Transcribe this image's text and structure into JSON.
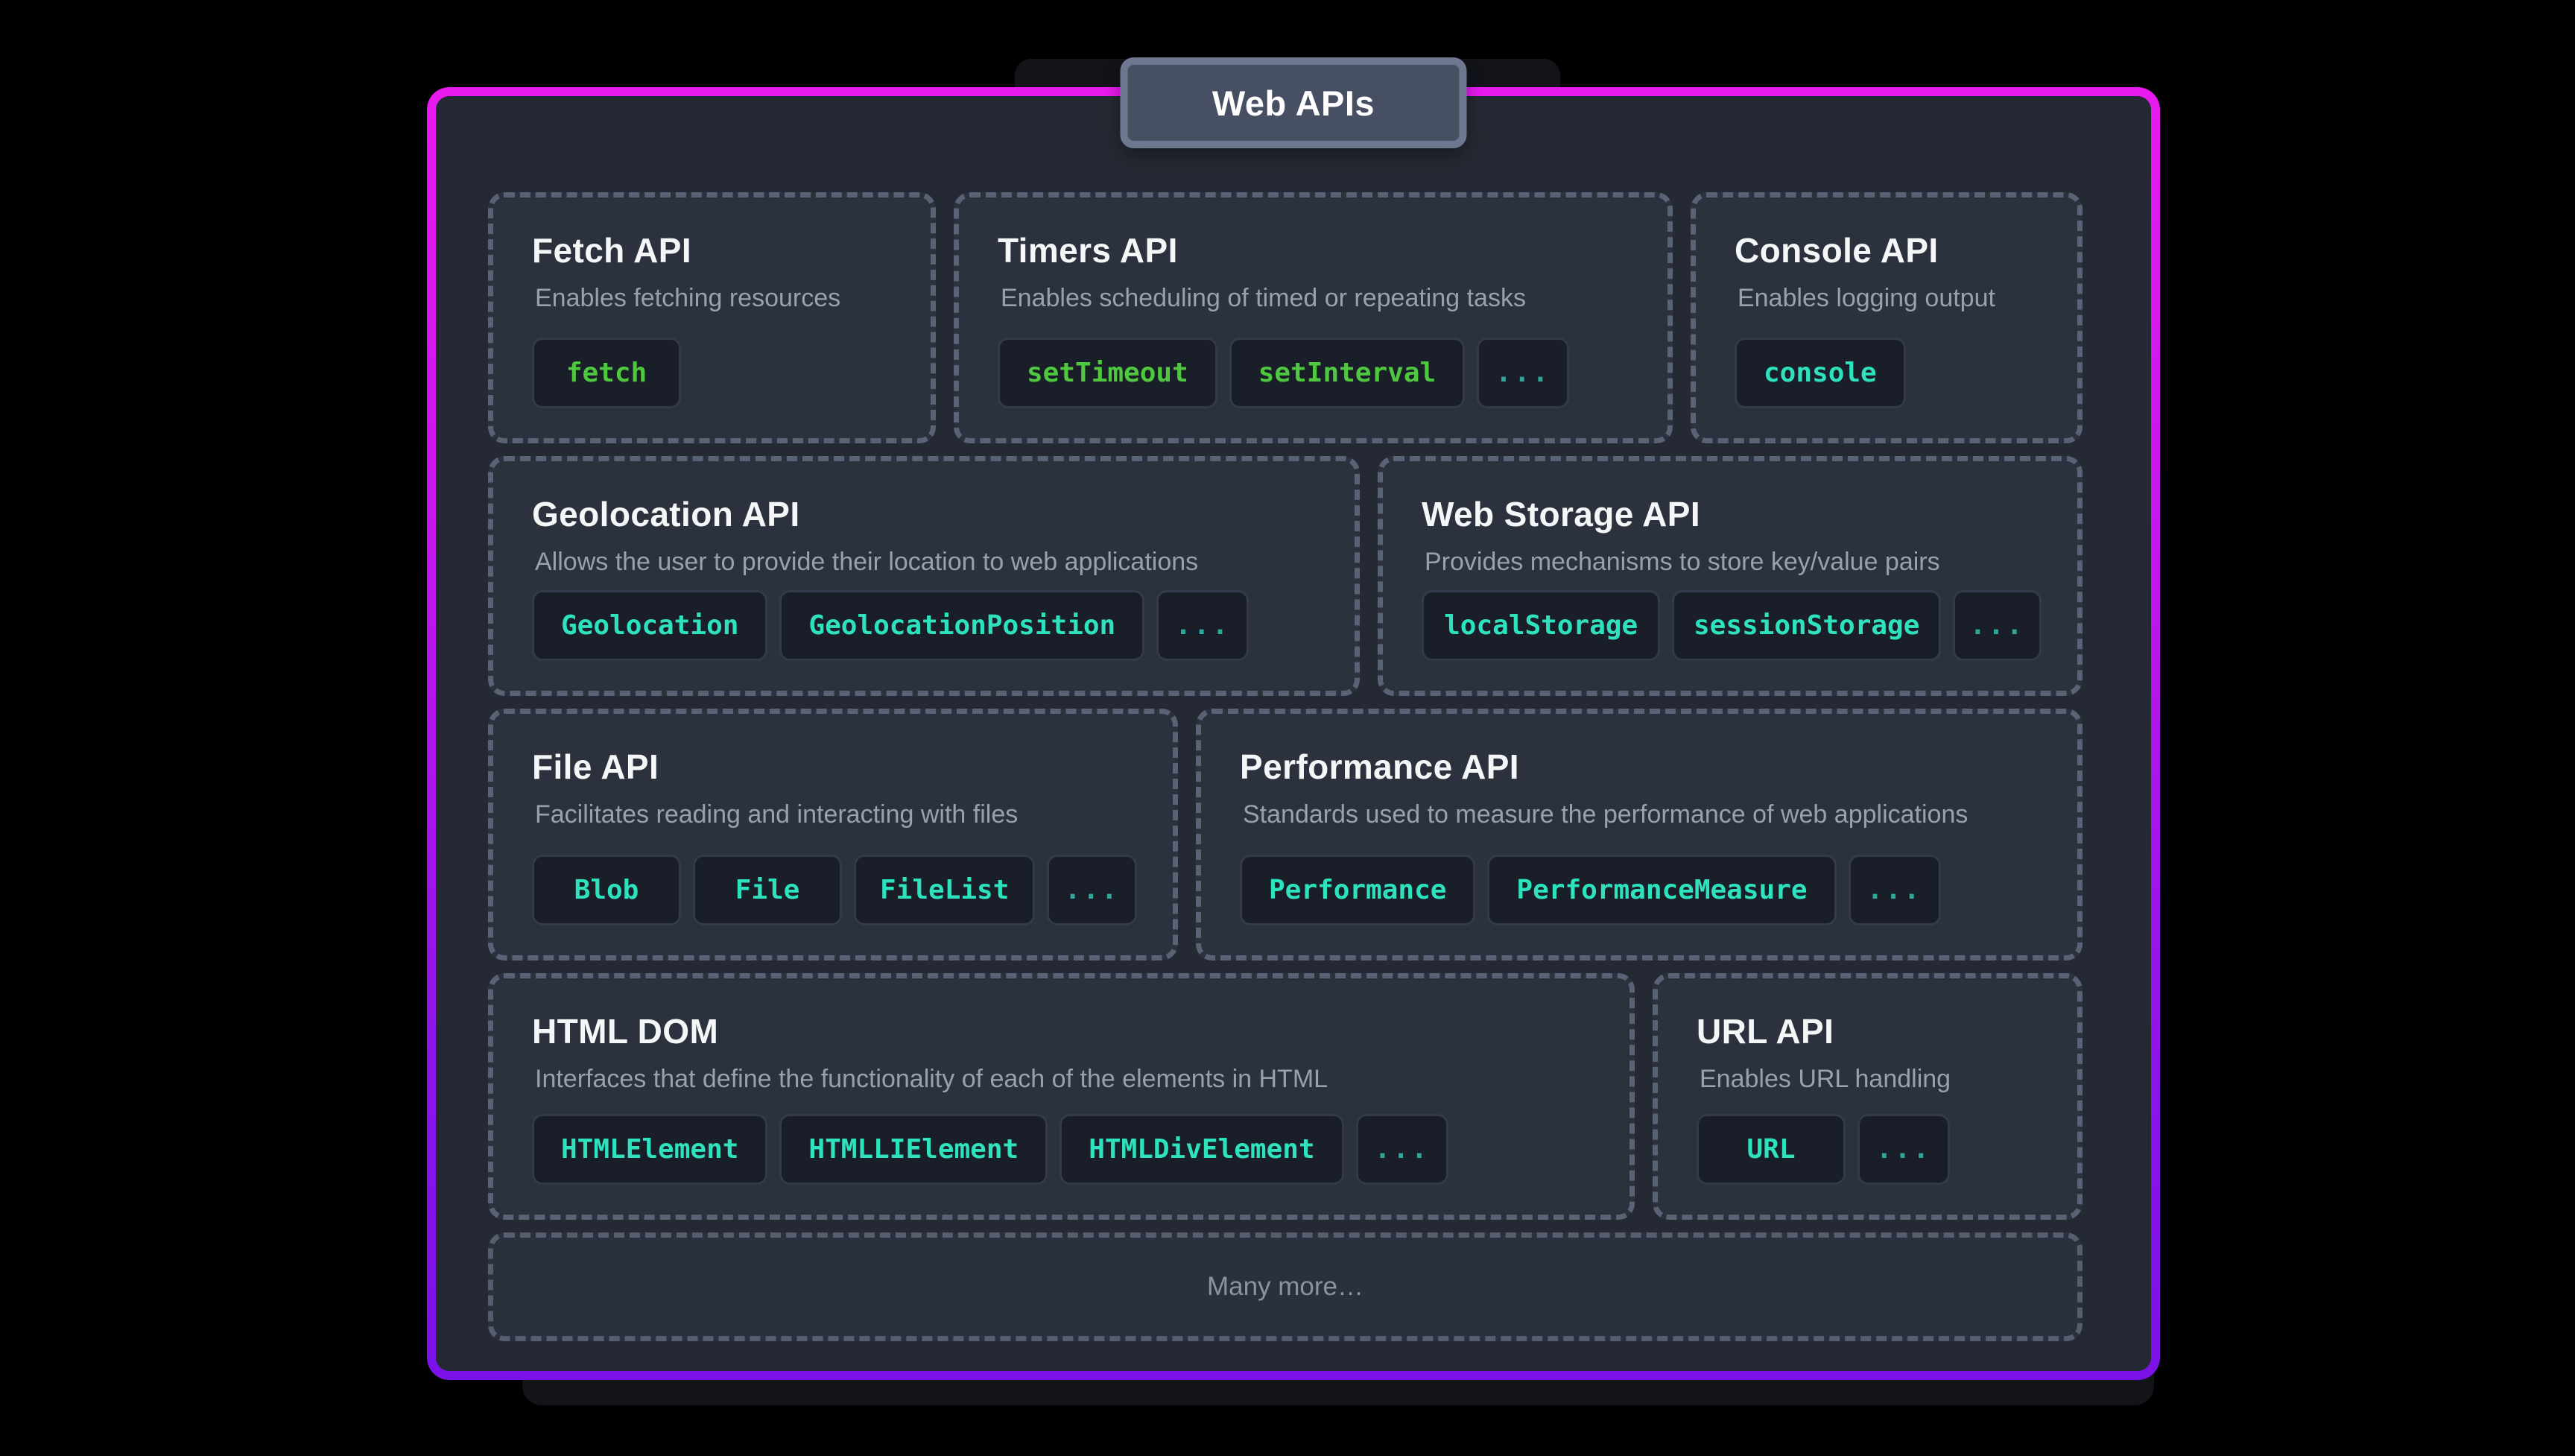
{
  "title": "Web APIs",
  "footer_label": "Many more…",
  "ellipsis_label": "...",
  "colors": {
    "page_background": "#000000",
    "board_background": "#242933",
    "card_background": "#2b313d",
    "chip_background": "#191e28",
    "border_gradient_top": "#e81bee",
    "border_gradient_bottom": "#7a12e8",
    "green_token": "#4fc83f",
    "teal_token": "#2ee2be",
    "dashed_border": "#5a6275",
    "heading_text": "#f4f6f8",
    "description_text": "#99a1ae"
  },
  "groups": [
    {
      "name": "Fetch API",
      "description": "Enables fetching resources",
      "token_color": "green",
      "members": [
        "fetch"
      ],
      "has_more": false
    },
    {
      "name": "Timers API",
      "description": "Enables scheduling of timed or repeating tasks",
      "token_color": "green",
      "members": [
        "setTimeout",
        "setInterval"
      ],
      "has_more": true
    },
    {
      "name": "Console API",
      "description": "Enables logging output",
      "token_color": "teal",
      "members": [
        "console"
      ],
      "has_more": false
    },
    {
      "name": "Geolocation API",
      "description": "Allows the user to provide their location to web applications",
      "token_color": "teal",
      "members": [
        "Geolocation",
        "GeolocationPosition"
      ],
      "has_more": true
    },
    {
      "name": "Web Storage API",
      "description": "Provides mechanisms to store key/value pairs",
      "token_color": "teal",
      "members": [
        "localStorage",
        "sessionStorage"
      ],
      "has_more": true
    },
    {
      "name": "File API",
      "description": "Facilitates reading and interacting with files",
      "token_color": "teal",
      "members": [
        "Blob",
        "File",
        "FileList"
      ],
      "has_more": true
    },
    {
      "name": "Performance API",
      "description": "Standards used to measure the performance of web applications",
      "token_color": "teal",
      "members": [
        "Performance",
        "PerformanceMeasure"
      ],
      "has_more": true
    },
    {
      "name": "HTML DOM",
      "description": "Interfaces that define the functionality of each of the elements in HTML",
      "token_color": "teal",
      "members": [
        "HTMLElement",
        "HTMLLIElement",
        "HTMLDivElement"
      ],
      "has_more": true
    },
    {
      "name": "URL API",
      "description": "Enables URL handling",
      "token_color": "teal",
      "members": [
        "URL"
      ],
      "has_more": true
    }
  ]
}
